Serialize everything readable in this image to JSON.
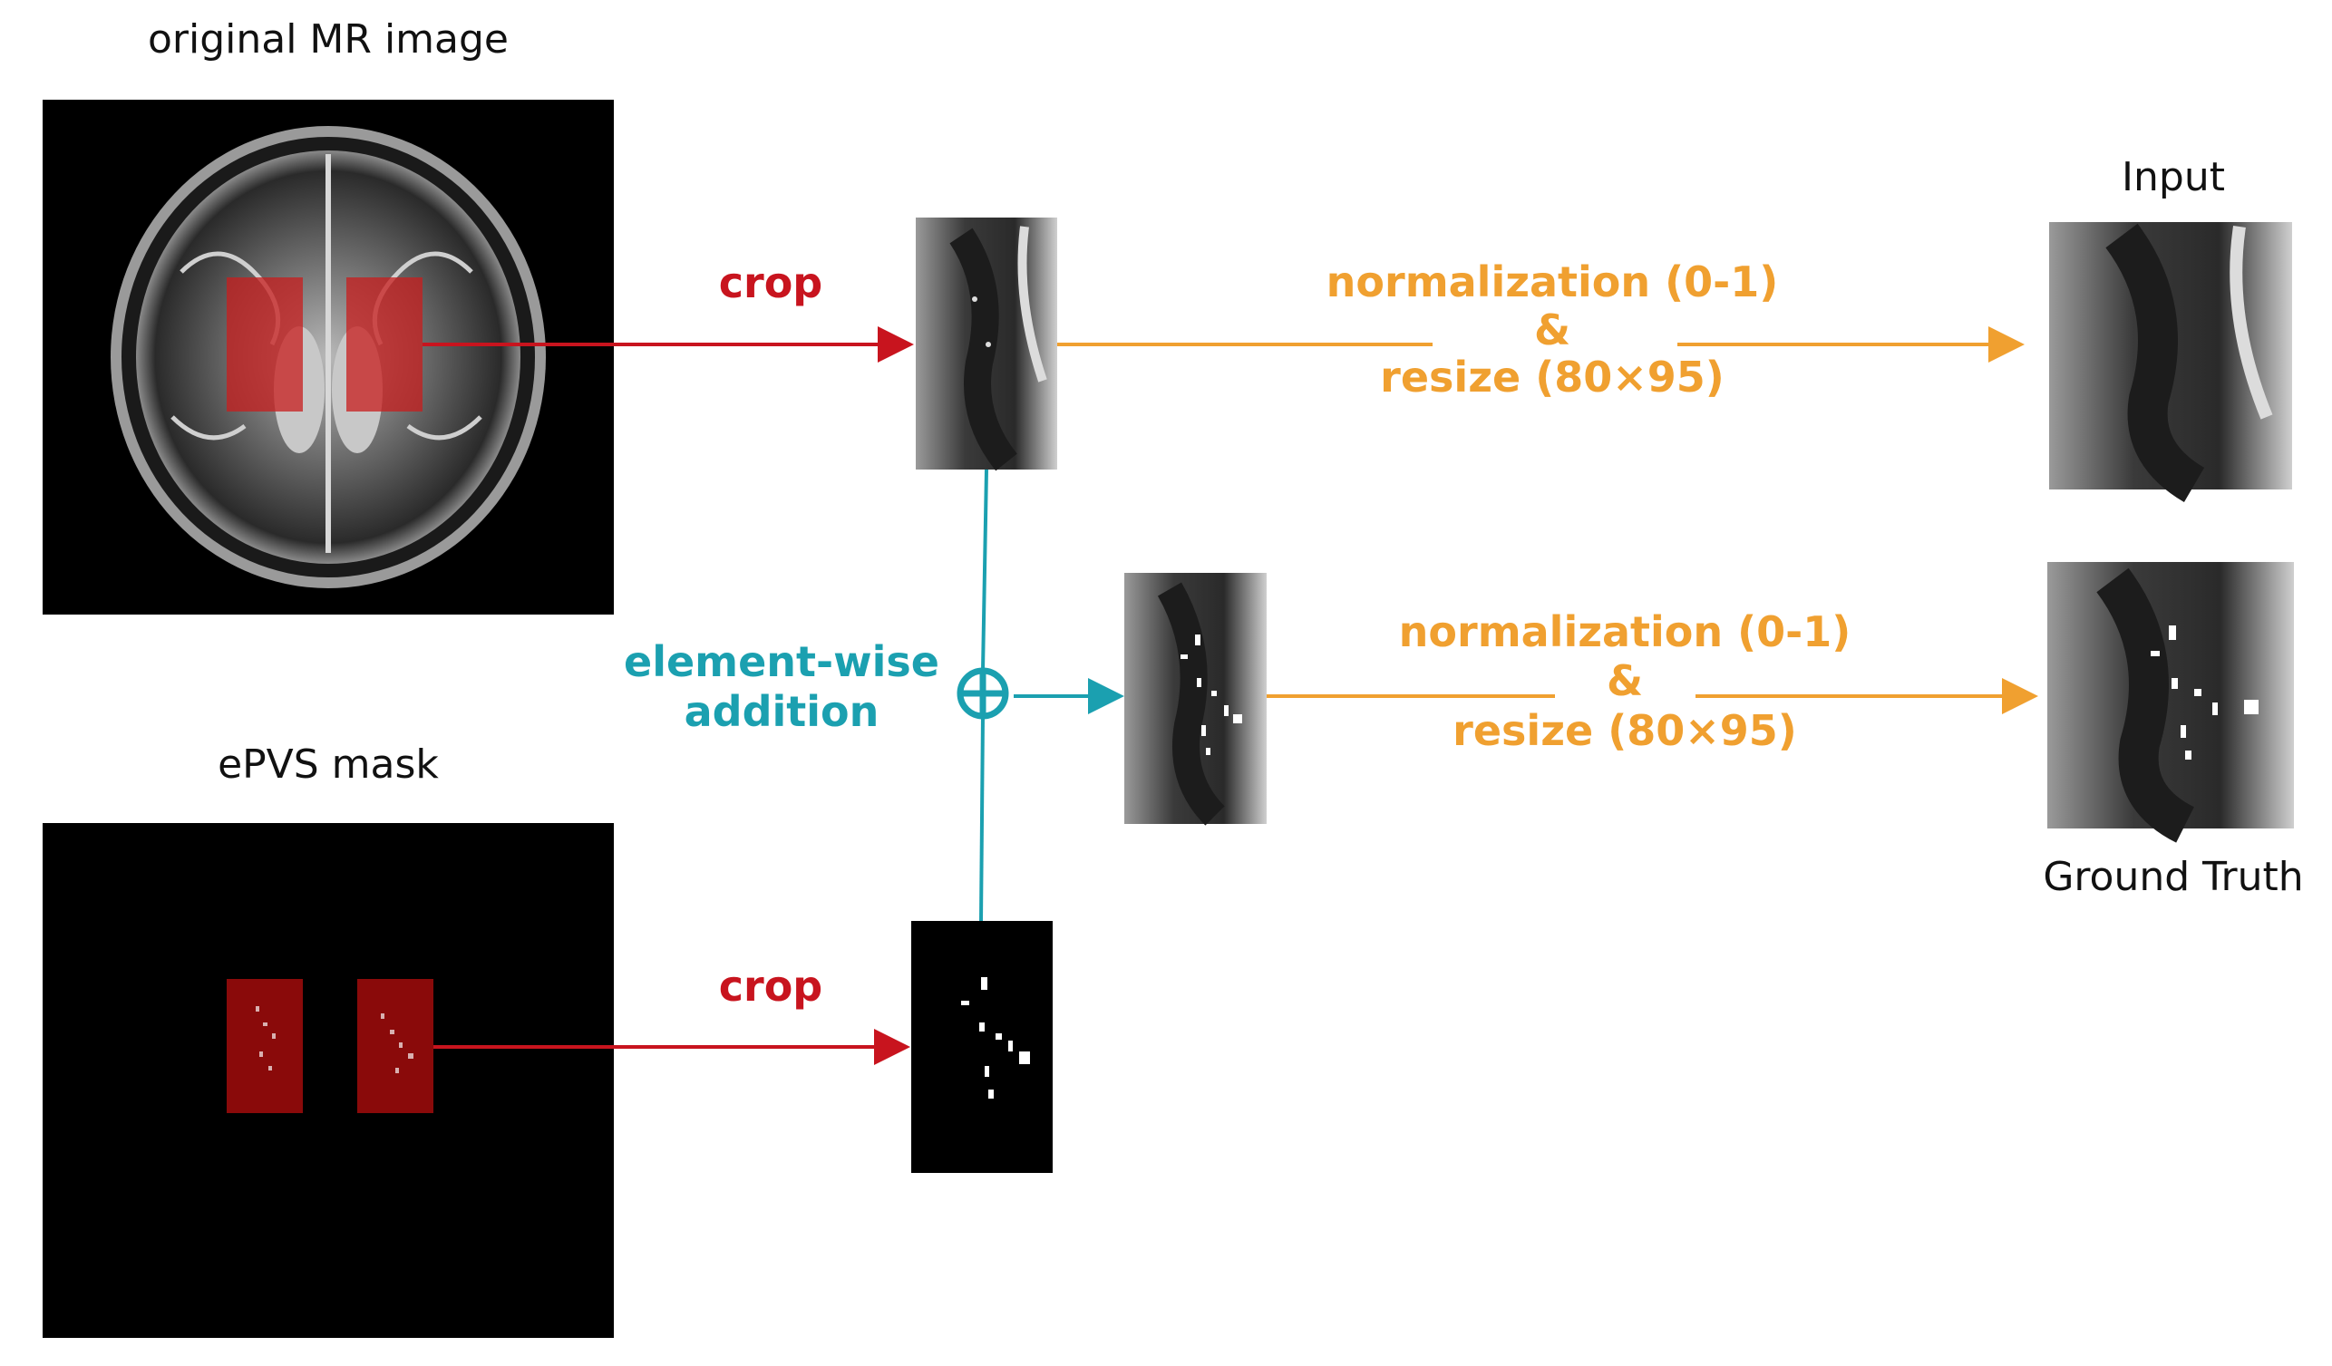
{
  "labels": {
    "original_mr_image": "original MR image",
    "epvs_mask": "ePVS mask",
    "crop_top": "crop",
    "crop_bottom": "crop",
    "element_wise_line1": "element-wise",
    "element_wise_line2": "addition",
    "operator_symbol": "⊕",
    "norm_top_line1": "normalization (0-1)",
    "norm_top_line2": "&",
    "norm_top_line3": "resize (80×95)",
    "norm_bottom_line1": "normalization (0-1)",
    "norm_bottom_line2": "&",
    "norm_bottom_line3": "resize (80×95)",
    "input": "Input",
    "ground_truth": "Ground Truth"
  },
  "colors": {
    "crop_arrow": "#c8141e",
    "norm_arrow": "#f0a030",
    "addition": "#1ba0b0",
    "roi_overlay": "#c81e1e",
    "mask_roi": "#8a0a0a"
  }
}
